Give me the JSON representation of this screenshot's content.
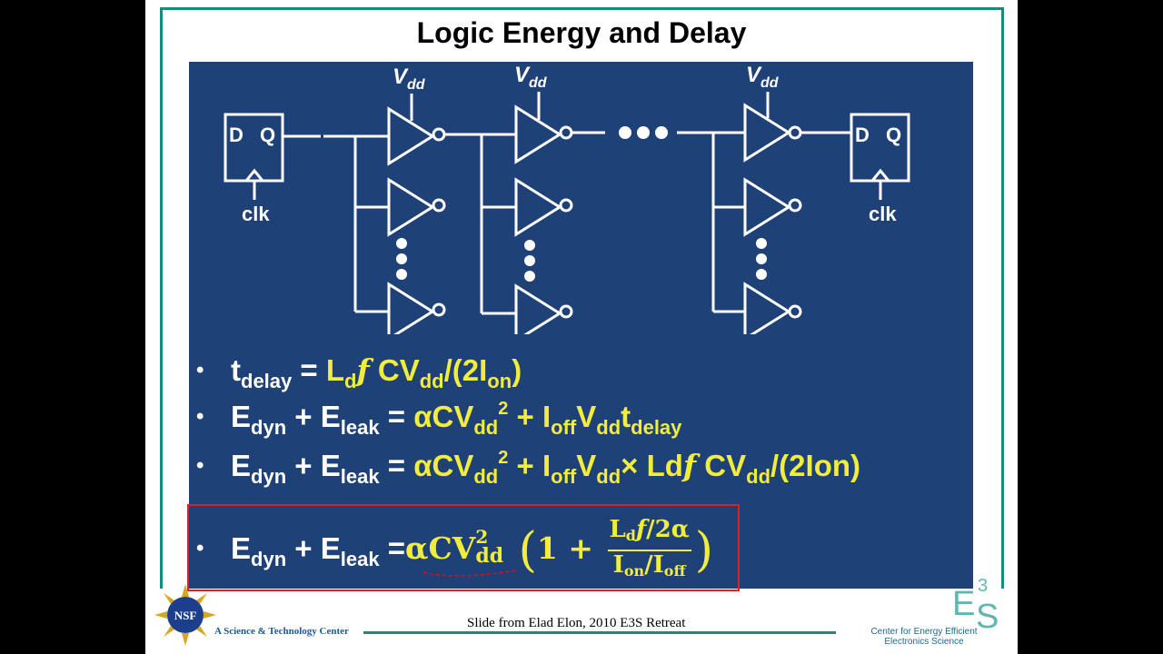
{
  "slide": {
    "title": "Logic Energy and Delay"
  },
  "circuit": {
    "vdd_main": "V",
    "vdd_sub": "dd",
    "ff_left_d": "D",
    "ff_left_q": "Q",
    "ff_right_d": "D",
    "ff_right_q": "Q",
    "clk_left": "clk",
    "clk_right": "clk"
  },
  "equations": {
    "line1": {
      "t": "t",
      "t_sub": "delay",
      "eq": " = ",
      "L": "L",
      "L_sub": "d",
      "f": "f",
      "CV": " CV",
      "V_sub": "dd",
      "rest": "/(2I",
      "on_sub": "on",
      "close": ")"
    },
    "line2": {
      "E1": "E",
      "E1_sub": "dyn",
      "plus": " + ",
      "E2": "E",
      "E2_sub": "leak",
      "eq": " = ",
      "aCV": "αCV",
      "dd_sub": "dd",
      "sq": "2",
      "plus2": " + I",
      "off_sub": "off",
      "V": "V",
      "dd_sub2": "dd",
      "t": "t",
      "delay_sub": "delay"
    },
    "line3": {
      "E1": "E",
      "E1_sub": "dyn",
      "plus": " + ",
      "E2": "E",
      "E2_sub": "leak",
      "eq": " = ",
      "aCV": "αCV",
      "dd_sub": "dd",
      "sq": "2",
      "plus2": " + I",
      "off_sub": "off",
      "V": "V",
      "dd_sub2": "dd",
      "times": "× Ld",
      "f": "f",
      "CV": " CV",
      "dd_sub3": "dd",
      "rest": "/(2Ion)"
    },
    "line4": {
      "E1": "E",
      "E1_sub": "dyn",
      "plus": " + ",
      "E2": "E",
      "E2_sub": "leak",
      "eq": " =",
      "aCV": "αCV",
      "sq": "2",
      "dd_sub": "dd",
      "one": "1 + ",
      "num_L": "L",
      "num_d": "d",
      "num_f": "f",
      "num_rest": "/2α",
      "den_I": "I",
      "den_on": "on",
      "den_mid": "/I",
      "den_off": "off"
    }
  },
  "footer": {
    "credit": "Slide from Elad Elon, 2010 E3S Retreat",
    "stc": "A Science & Technology Center",
    "nsf": "NSF",
    "e3s_e": "E",
    "e3s_3": "3",
    "e3s_s": "S",
    "center_line1": "Center for Energy Efficient",
    "center_line2": "Electronics Science"
  },
  "colors": {
    "panel": "#1e4177",
    "equation_highlight": "#f2ec3c",
    "box_border": "#e0201e",
    "frame": "#1a8a7a"
  }
}
